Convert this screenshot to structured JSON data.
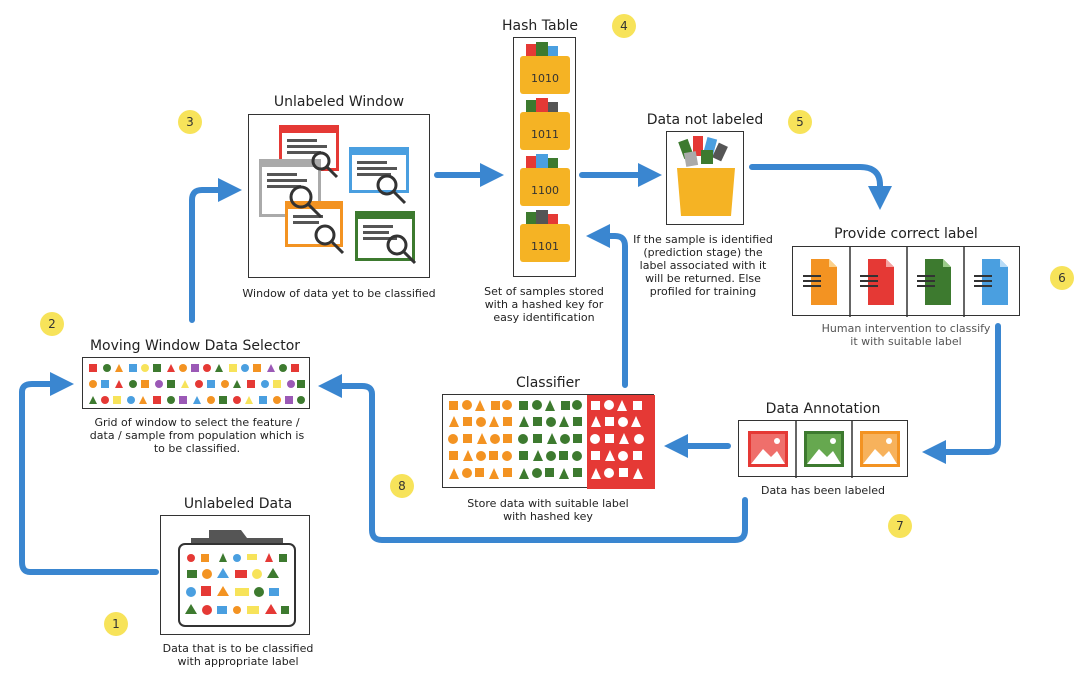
{
  "steps": [
    {
      "badge": "1",
      "title": "Unlabeled Data",
      "caption": "Data that is to be classified with appropriate label"
    },
    {
      "badge": "2",
      "title": "Moving Window Data Selector",
      "caption": "Grid of window to select the feature / data / sample from population which is to be classified."
    },
    {
      "badge": "3",
      "title": "Unlabeled Window",
      "caption": "Window of data yet to be classified"
    },
    {
      "badge": "4",
      "title": "Hash Table",
      "caption": "Set of samples stored with a hashed key for easy identification"
    },
    {
      "badge": "5",
      "title": "Data not labeled",
      "caption": "If the sample is identified (prediction stage) the label associated with it will be returned. Else profiled for training"
    },
    {
      "badge": "6",
      "title": "Provide correct label",
      "caption": "Human intervention to classify it with suitable label"
    },
    {
      "badge": "7",
      "title": "Data Annotation",
      "caption": "Data has been labeled"
    },
    {
      "badge": "8",
      "title": "Classifier",
      "caption": "Store data with suitable label with hashed key"
    }
  ],
  "hash_keys": [
    "1010",
    "1011",
    "1100",
    "1101"
  ],
  "colors": {
    "arrow": "#3a86d0",
    "orange": "#f39322",
    "red": "#e53935",
    "green": "#3d7a2f",
    "blue": "#4a9fe0",
    "folder": "#f5b324",
    "badge": "#f7e35a"
  }
}
